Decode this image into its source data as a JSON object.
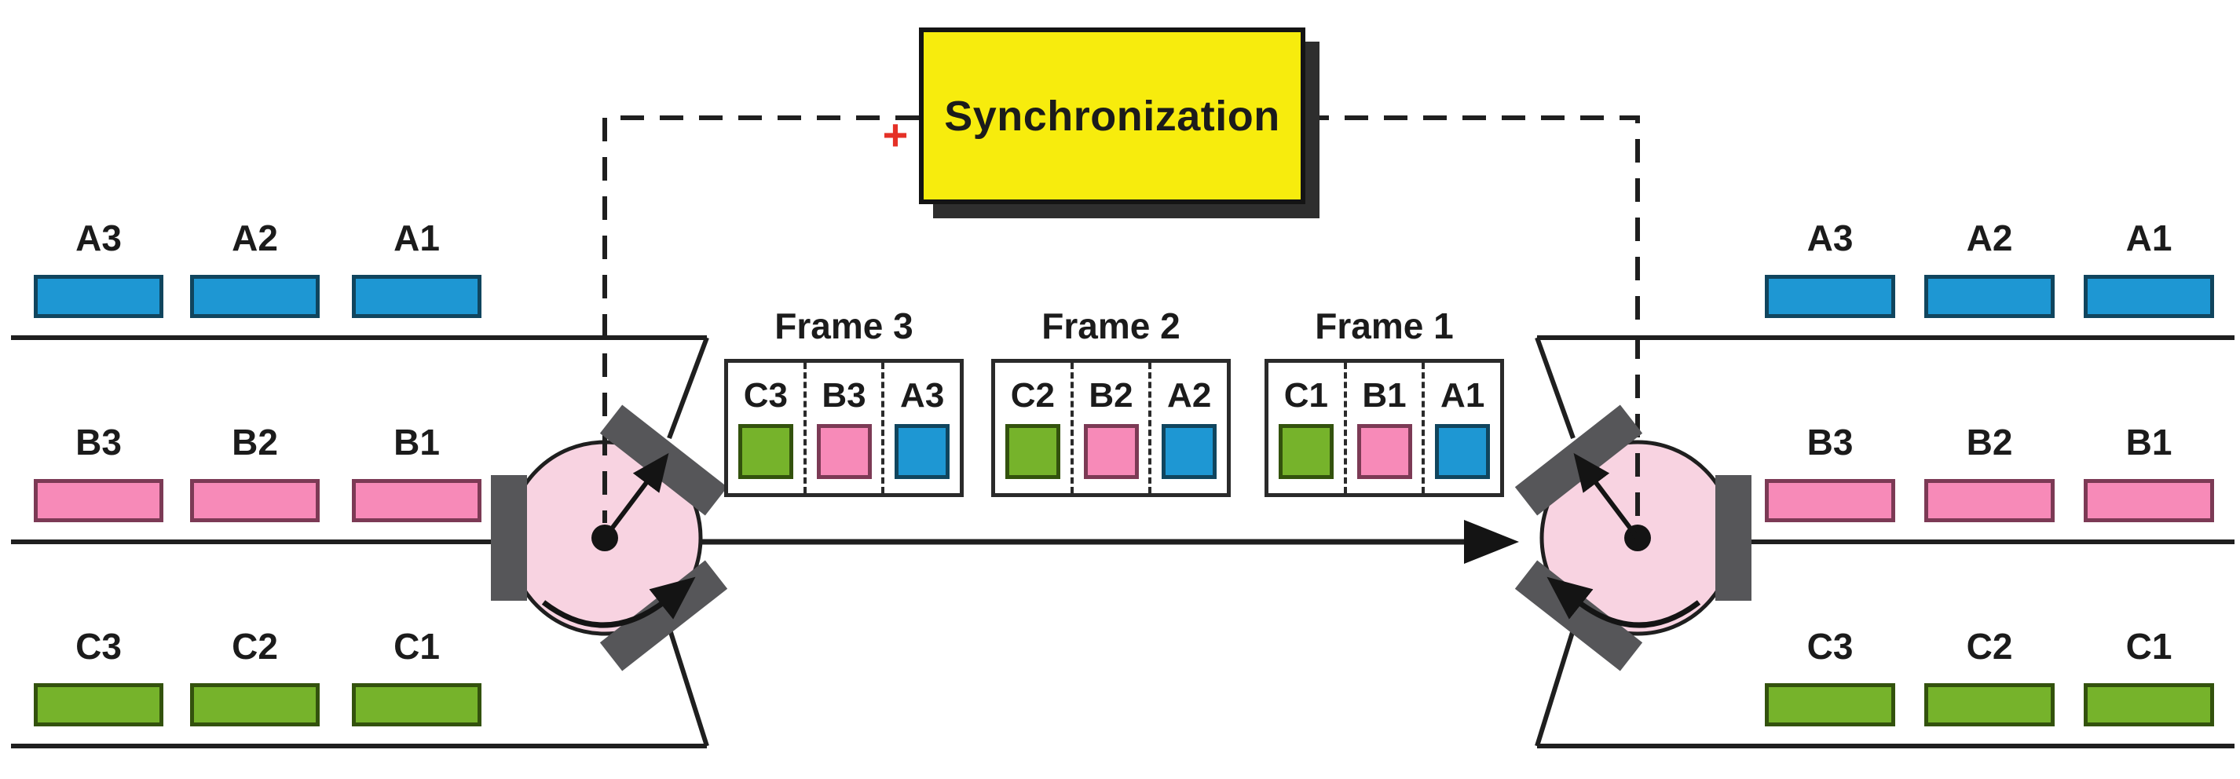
{
  "sync": {
    "label": "Synchronization",
    "plus": "+"
  },
  "colors": {
    "text": "#1b1b1b",
    "line": "#1f1f1f",
    "blue": "#1e97d3",
    "blue_border": "#10455e",
    "pink": "#f78ab8",
    "pink_border": "#7c3a55",
    "green": "#76b32b",
    "green_border": "#33520d",
    "rotor": "#f8d3e1",
    "tab": "#565659",
    "sync_yellow": "#f7ec0d",
    "shadow": "#2e2e2e",
    "plus_red": "#e53127"
  },
  "left_streams": [
    {
      "name": "A",
      "color": "blue",
      "slots": [
        "A3",
        "A2",
        "A1"
      ]
    },
    {
      "name": "B",
      "color": "pink",
      "slots": [
        "B3",
        "B2",
        "B1"
      ]
    },
    {
      "name": "C",
      "color": "green",
      "slots": [
        "C3",
        "C2",
        "C1"
      ]
    }
  ],
  "right_streams": [
    {
      "name": "A",
      "color": "blue",
      "slots": [
        "A3",
        "A2",
        "A1"
      ]
    },
    {
      "name": "B",
      "color": "pink",
      "slots": [
        "B3",
        "B2",
        "B1"
      ]
    },
    {
      "name": "C",
      "color": "green",
      "slots": [
        "C3",
        "C2",
        "C1"
      ]
    }
  ],
  "frames": [
    {
      "title": "Frame 3",
      "cells": [
        {
          "label": "C3",
          "color": "green"
        },
        {
          "label": "B3",
          "color": "pink"
        },
        {
          "label": "A3",
          "color": "blue"
        }
      ]
    },
    {
      "title": "Frame 2",
      "cells": [
        {
          "label": "C2",
          "color": "green"
        },
        {
          "label": "B2",
          "color": "pink"
        },
        {
          "label": "A2",
          "color": "blue"
        }
      ]
    },
    {
      "title": "Frame 1",
      "cells": [
        {
          "label": "C1",
          "color": "green"
        },
        {
          "label": "B1",
          "color": "pink"
        },
        {
          "label": "A1",
          "color": "blue"
        }
      ]
    }
  ]
}
